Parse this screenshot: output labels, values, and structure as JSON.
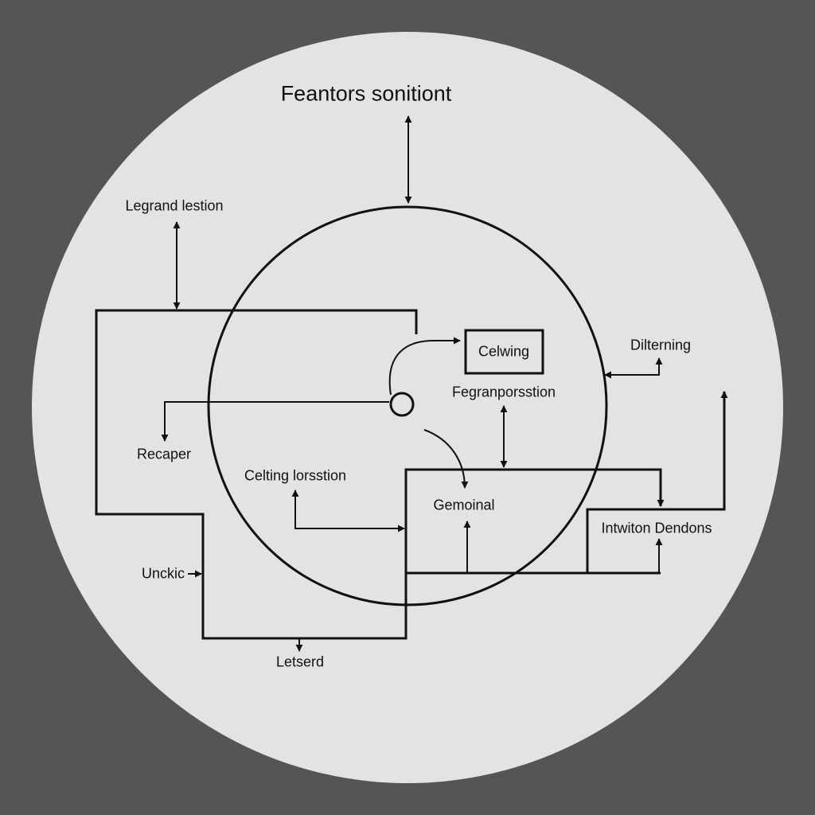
{
  "title": "Feantors sonitiont",
  "labels": {
    "legrand": "Legrand lestion",
    "recaper": "Recaper",
    "celwing": "Celwing",
    "fegranporsstion": "Fegranporsstion",
    "dilterning": "Dilterning",
    "celting": "Celting lorsstion",
    "gemoinal": "Gemoinal",
    "intwiton": "Intwiton Dendons",
    "unckic": "Unckic",
    "letserd": "Letserd"
  },
  "colors": {
    "background": "#555555",
    "disc": "#e3e3e3",
    "line": "#111111",
    "text": "#111111"
  }
}
